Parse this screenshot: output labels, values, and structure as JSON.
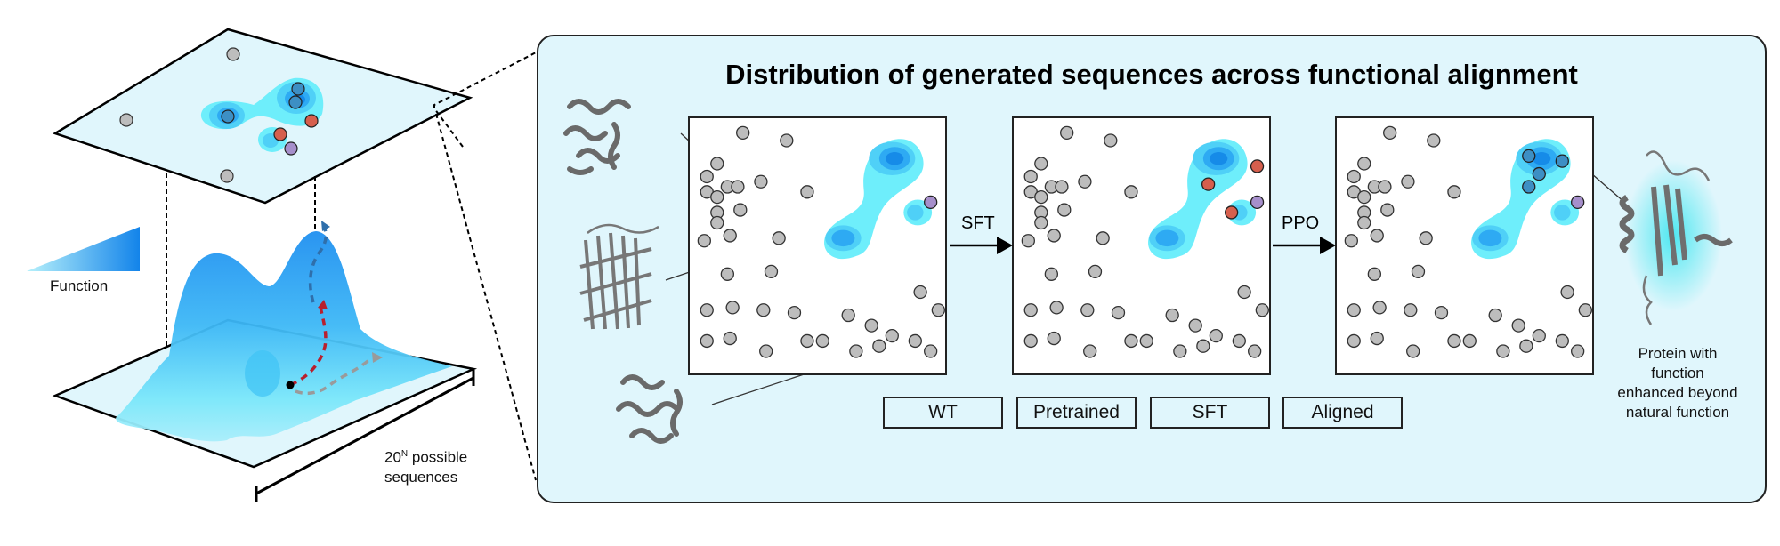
{
  "title": "Distribution of generated sequences across functional alignment",
  "left_panel": {
    "function_legend_label": "Function",
    "sequence_space_label_base": "20",
    "sequence_space_label_exp": "N",
    "sequence_space_label_rest_1": " possible",
    "sequence_space_label_rest_2": "sequences"
  },
  "arrows": [
    {
      "label": "SFT"
    },
    {
      "label": "PPO"
    }
  ],
  "legend": [
    {
      "label": "WT",
      "color": "#a68fcb"
    },
    {
      "label": "Pretrained",
      "color": "#bdbdbd"
    },
    {
      "label": "SFT",
      "color": "#d65f4d"
    },
    {
      "label": "Aligned",
      "color": "#3d8fc4"
    }
  ],
  "right_caption": [
    "Protein with",
    "function",
    "enhanced beyond",
    "natural function"
  ],
  "colors": {
    "panel_bg": "#e0f6fc",
    "contour_outer": "#6eeefb",
    "contour_mid": "#4fd0f7",
    "contour_inner": "#2eaaf3",
    "contour_core": "#168be8",
    "wt": "#a68fcb",
    "pretrained": "#bdbdbd",
    "sft": "#d65f4d",
    "aligned": "#3d8fc4"
  },
  "stages": [
    {
      "name": "pretrained",
      "points": {
        "sft": [],
        "aligned": [],
        "wt": [
          [
            0.94,
            0.33
          ]
        ]
      }
    },
    {
      "name": "sft",
      "points": {
        "sft": [
          [
            0.95,
            0.19
          ],
          [
            0.76,
            0.26
          ],
          [
            0.85,
            0.37
          ]
        ],
        "aligned": [],
        "wt": [
          [
            0.95,
            0.33
          ]
        ]
      }
    },
    {
      "name": "ppo",
      "points": {
        "sft": [],
        "aligned": [
          [
            0.75,
            0.15
          ],
          [
            0.88,
            0.17
          ],
          [
            0.79,
            0.22
          ],
          [
            0.75,
            0.27
          ]
        ],
        "wt": [
          [
            0.94,
            0.33
          ]
        ]
      }
    }
  ],
  "pretrained_points": [
    [
      0.21,
      0.06
    ],
    [
      0.38,
      0.09
    ],
    [
      0.11,
      0.18
    ],
    [
      0.07,
      0.23
    ],
    [
      0.07,
      0.29
    ],
    [
      0.15,
      0.27
    ],
    [
      0.19,
      0.27
    ],
    [
      0.11,
      0.31
    ],
    [
      0.28,
      0.25
    ],
    [
      0.46,
      0.29
    ],
    [
      0.11,
      0.37
    ],
    [
      0.2,
      0.36
    ],
    [
      0.11,
      0.41
    ],
    [
      0.06,
      0.48
    ],
    [
      0.16,
      0.46
    ],
    [
      0.35,
      0.47
    ],
    [
      0.15,
      0.61
    ],
    [
      0.32,
      0.6
    ],
    [
      0.97,
      0.75
    ],
    [
      0.07,
      0.75
    ],
    [
      0.17,
      0.74
    ],
    [
      0.29,
      0.75
    ],
    [
      0.41,
      0.76
    ],
    [
      0.62,
      0.77
    ],
    [
      0.9,
      0.68
    ],
    [
      0.71,
      0.81
    ],
    [
      0.79,
      0.85
    ],
    [
      0.07,
      0.87
    ],
    [
      0.16,
      0.86
    ],
    [
      0.46,
      0.87
    ],
    [
      0.52,
      0.87
    ],
    [
      0.88,
      0.87
    ],
    [
      0.3,
      0.91
    ],
    [
      0.65,
      0.91
    ],
    [
      0.74,
      0.89
    ],
    [
      0.94,
      0.91
    ]
  ]
}
